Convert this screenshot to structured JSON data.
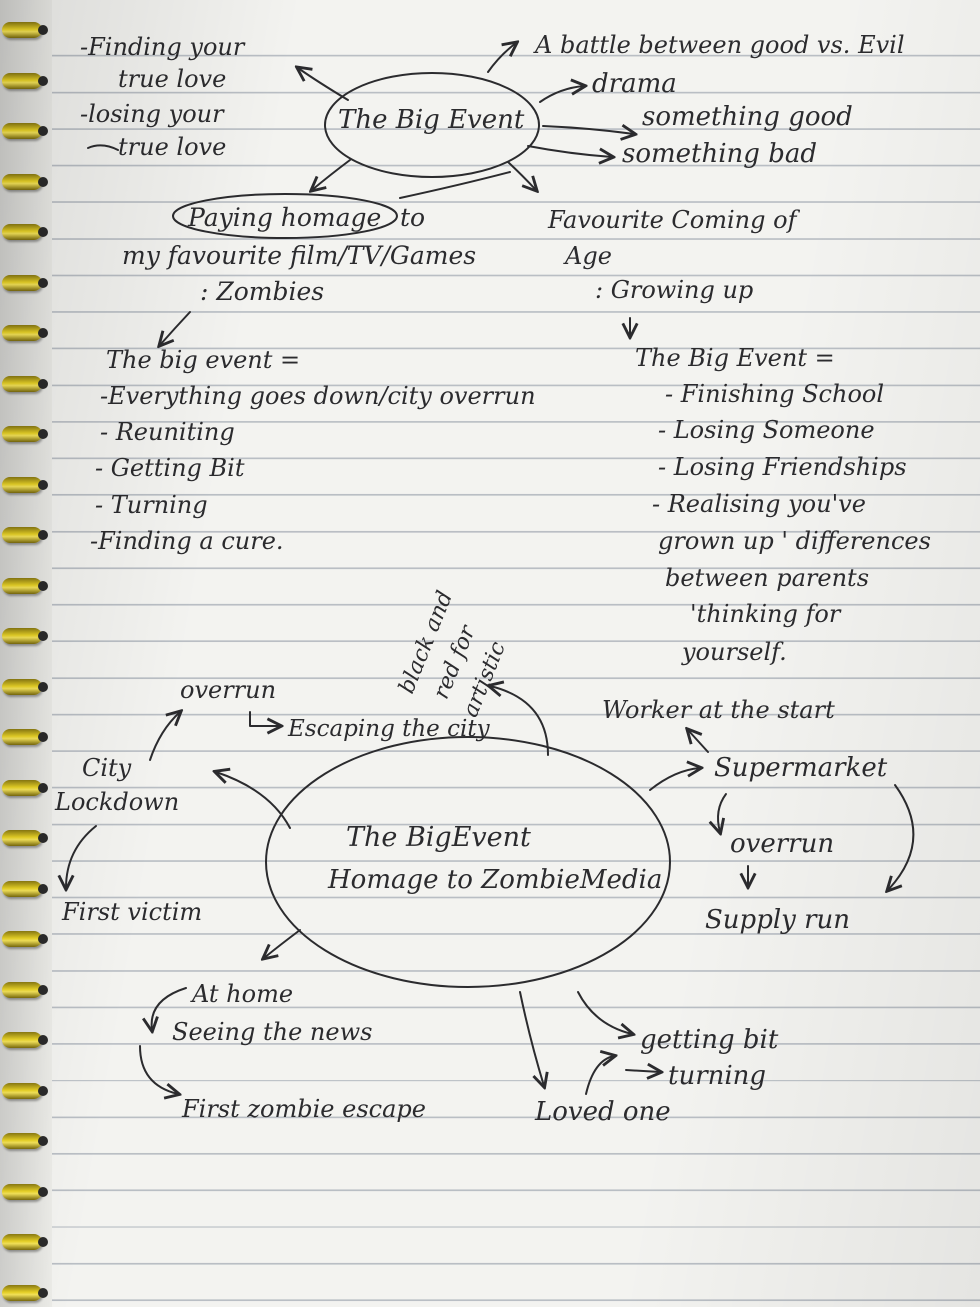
{
  "top_hub": {
    "center": "The Big Event",
    "left": [
      "-Finding your",
      "true love",
      "-losing your",
      "true love"
    ],
    "right": [
      "A battle between good vs. Evil",
      "drama",
      "something good",
      "something bad"
    ]
  },
  "homage": {
    "title_circled": "Paying homage",
    "title_rest": "to",
    "line2": "my favourite film/TV/Games",
    "line3": ": Zombies",
    "big_event_label": "The big event =",
    "items": [
      "-Everything goes down/city overrun",
      "- Reuniting",
      "- Getting Bit",
      "- Turning",
      "-Finding a cure."
    ]
  },
  "coming_of_age": {
    "line1": "Favourite Coming of",
    "line2": "Age",
    "line3": ": Growing up",
    "big_event_label": "The Big Event =",
    "items": [
      "- Finishing School",
      "- Losing Someone",
      "- Losing Friendships",
      "- Realising you've",
      "grown up ' differences",
      "between parents",
      "'thinking for",
      "yourself."
    ]
  },
  "bottom_hub": {
    "center_line1": "The BigEvent",
    "center_line2": "Homage to ZombieMedia",
    "vertical_note_1": "black and",
    "vertical_note_2": "red for",
    "vertical_note_3": "artistic",
    "overrun_top": "overrun",
    "escaping": "Escaping the city",
    "city": "City",
    "lockdown": "Lockdown",
    "first_victim": "First victim",
    "worker": "Worker at the start",
    "supermarket": "Supermarket",
    "overrun_right": "overrun",
    "supply_run": "Supply run",
    "at_home": "At home",
    "seeing_news": "Seeing the news",
    "first_zombie": "First zombie escape",
    "loved_one": "Loved one",
    "getting_bit": "getting bit",
    "turning": "turning"
  }
}
